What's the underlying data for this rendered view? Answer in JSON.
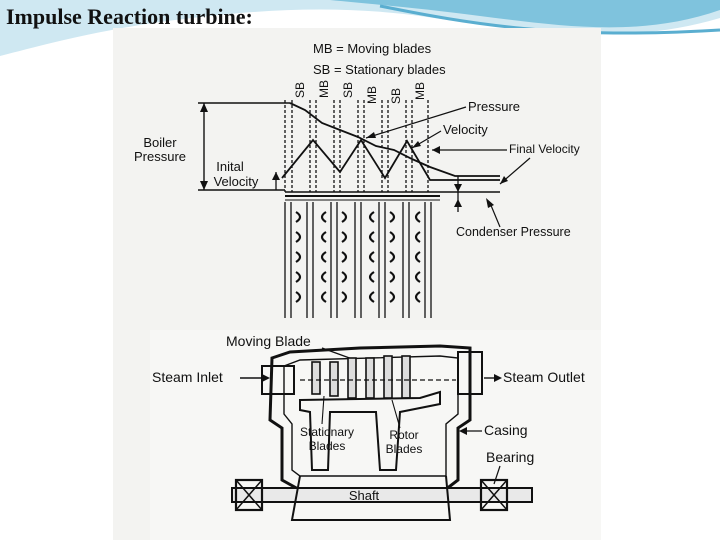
{
  "slide": {
    "title": "Impulse Reaction turbine:",
    "accent_color": "#7fc3dd",
    "page_background": "#ffffff",
    "figure_background": "#f3f3f1"
  },
  "top_diagram": {
    "legend": {
      "mb": "MB = Moving blades",
      "sb": "SB = Stationary blades"
    },
    "column_labels": [
      "SB",
      "MB",
      "SB",
      "MB",
      "SB",
      "MB"
    ],
    "labels": {
      "pressure": "Pressure",
      "velocity": "Velocity",
      "final_velocity": "Final Velocity",
      "boiler_pressure_line1": "Boiler",
      "boiler_pressure_line2": "Pressure",
      "initial_velocity_line1": "Inital",
      "initial_velocity_line2": "Velocity",
      "condenser_pressure": "Condenser Pressure"
    }
  },
  "bottom_diagram": {
    "labels": {
      "moving_blade": "Moving Blade",
      "steam_inlet": "Steam Inlet",
      "steam_outlet": "Steam Outlet",
      "stationary_blades_line1": "Stationary",
      "stationary_blades_line2": "Blades",
      "rotor_blades_line1": "Rotor",
      "rotor_blades_line2": "Blades",
      "casing": "Casing",
      "bearing": "Bearing",
      "shaft": "Shaft"
    }
  }
}
